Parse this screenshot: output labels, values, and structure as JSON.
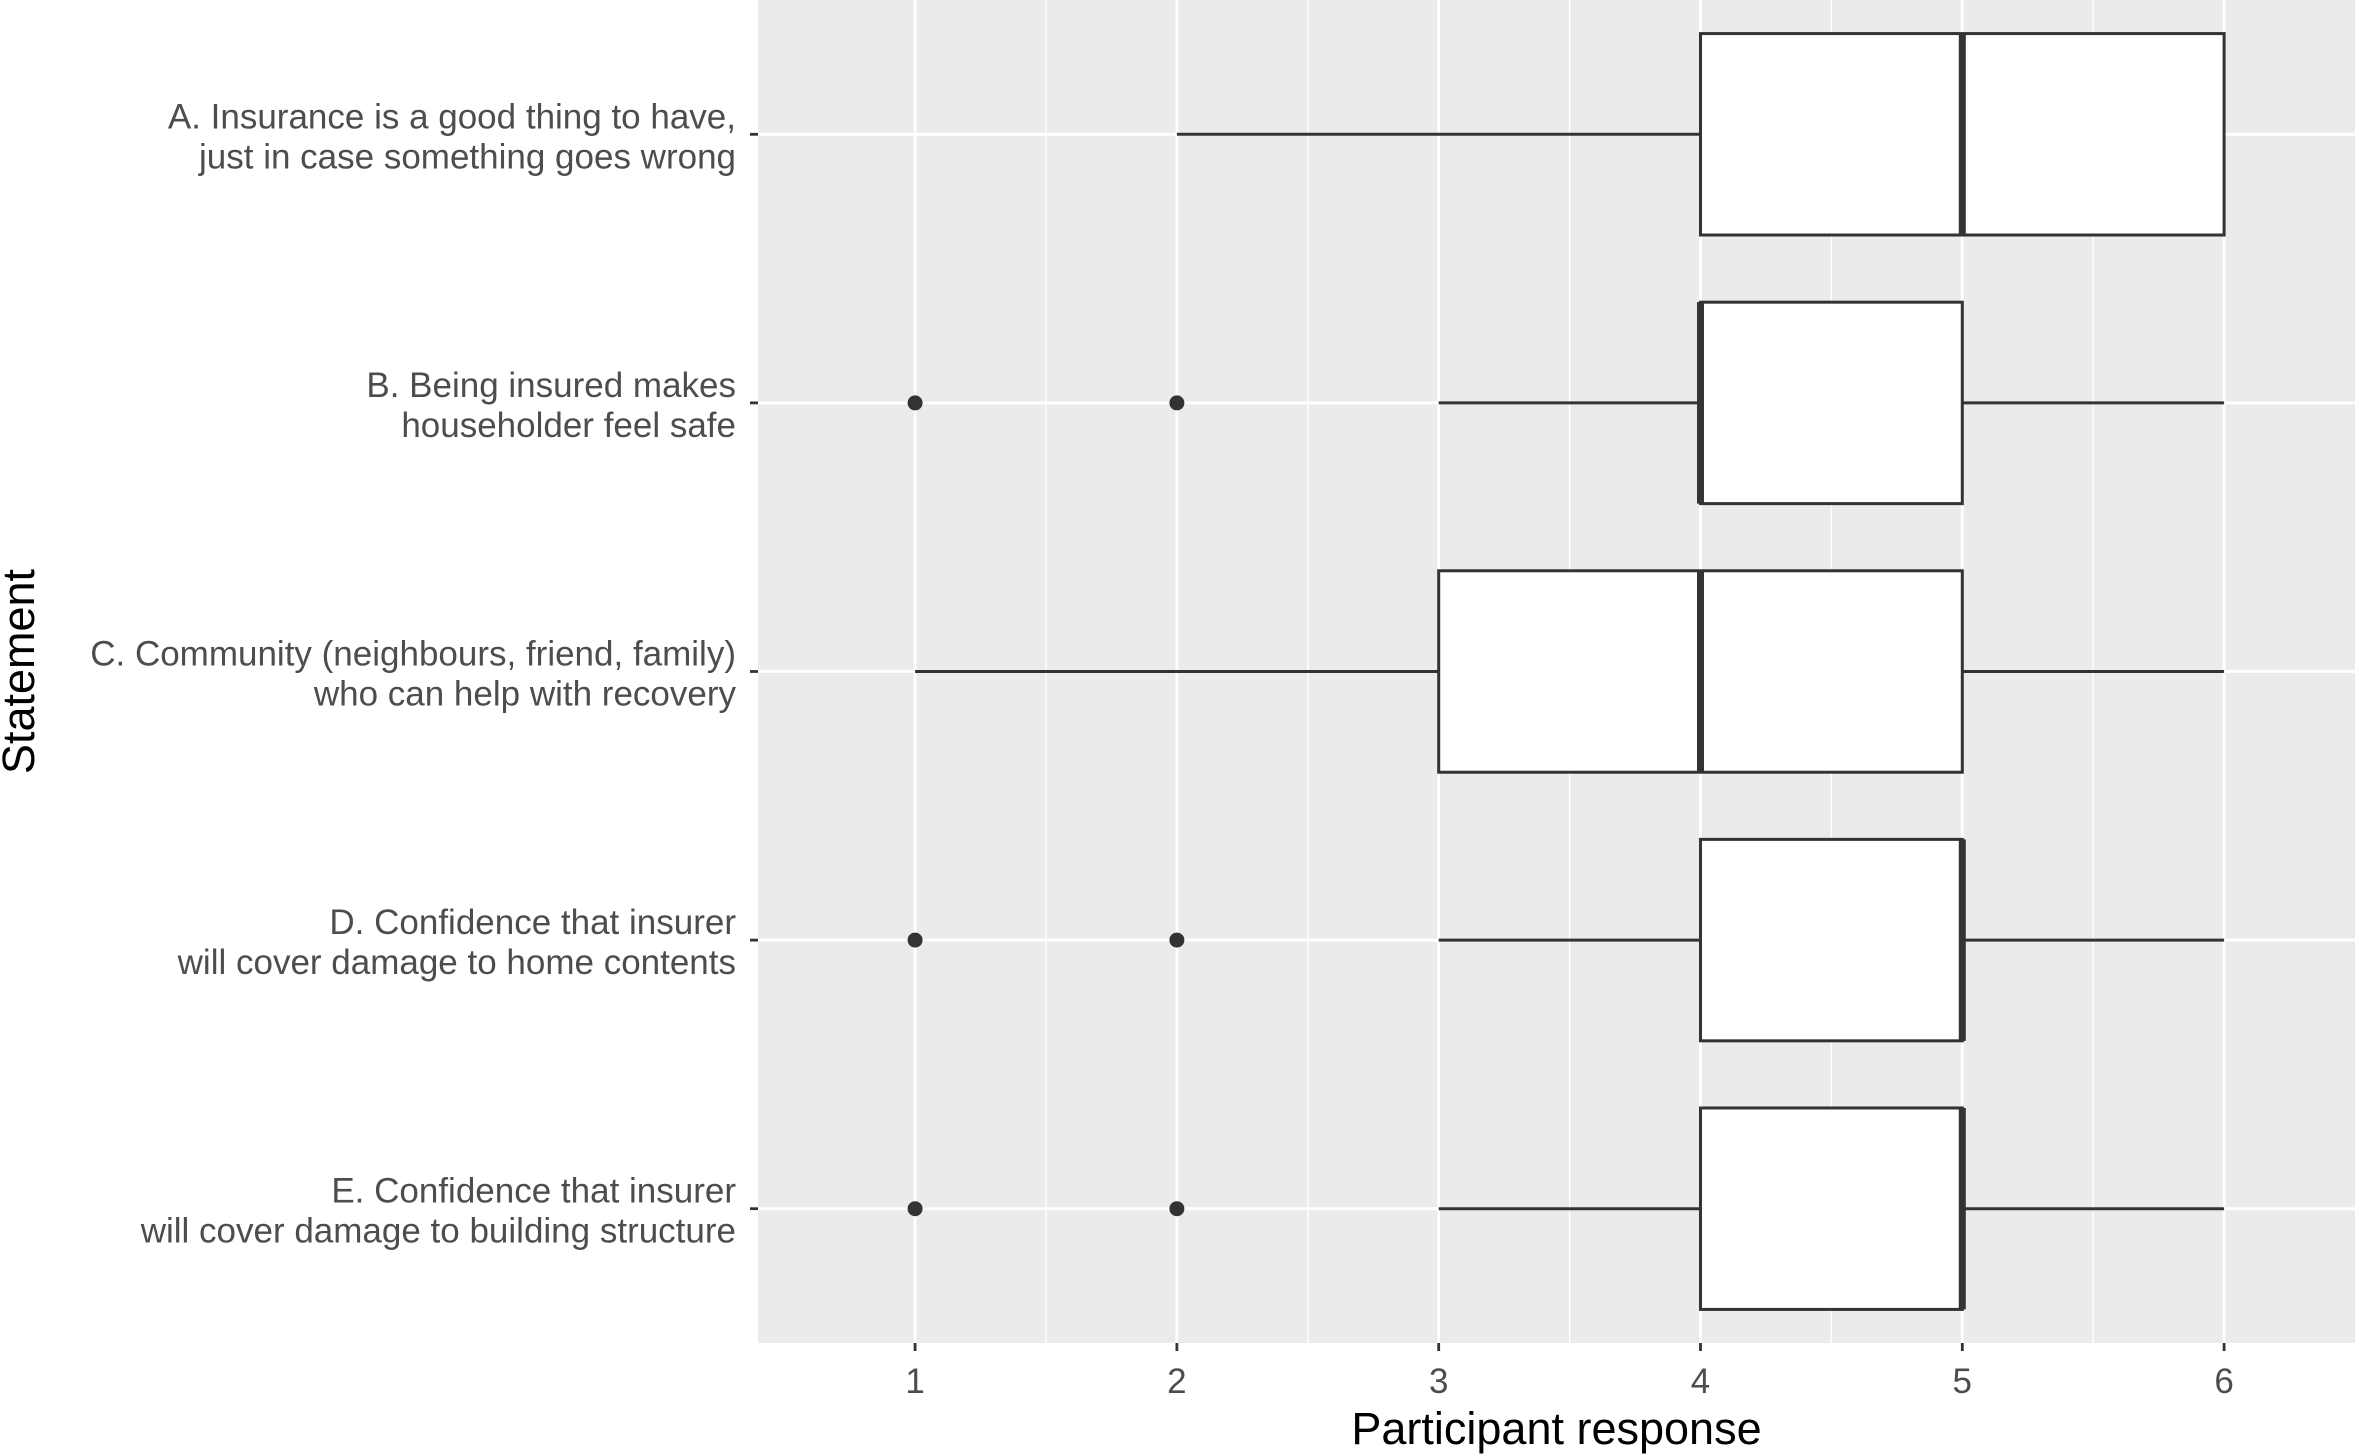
{
  "chart_data": {
    "type": "boxplot",
    "orientation": "horizontal",
    "xlabel": "Participant response",
    "ylabel": "Statement",
    "xlim": [
      0.4,
      6.5
    ],
    "xticks": [
      "1",
      "2",
      "3",
      "4",
      "5",
      "6"
    ],
    "grid": true,
    "legend": "none",
    "categories": [
      {
        "label_lines": [
          "A. Insurance is a good thing to have,",
          "just in case something goes wrong"
        ],
        "whisker_low": 2,
        "q1": 4,
        "median": 5,
        "q3": 6,
        "whisker_high": 6,
        "outliers": []
      },
      {
        "label_lines": [
          "B. Being insured makes",
          "householder feel safe"
        ],
        "whisker_low": 3,
        "q1": 4,
        "median": 4,
        "q3": 5,
        "whisker_high": 6,
        "outliers": [
          1,
          2
        ]
      },
      {
        "label_lines": [
          "C. Community (neighbours, friend, family)",
          "who can help with recovery"
        ],
        "whisker_low": 1,
        "q1": 3,
        "median": 4,
        "q3": 5,
        "whisker_high": 6,
        "outliers": []
      },
      {
        "label_lines": [
          "D. Confidence that insurer",
          "will cover damage to home contents"
        ],
        "whisker_low": 3,
        "q1": 4,
        "median": 5,
        "q3": 5,
        "whisker_high": 6,
        "outliers": [
          1,
          2
        ]
      },
      {
        "label_lines": [
          "E. Confidence that insurer",
          "will cover damage to building structure"
        ],
        "whisker_low": 3,
        "q1": 4,
        "median": 5,
        "q3": 5,
        "whisker_high": 6,
        "outliers": [
          1,
          2
        ]
      }
    ],
    "colors": {
      "panel_background": "#ebebeb",
      "grid": "#ffffff",
      "box_fill": "#ffffff",
      "box_stroke": "#333333",
      "outlier": "#333333",
      "tick_text": "#4d4d4d",
      "title_text": "#000000"
    }
  }
}
